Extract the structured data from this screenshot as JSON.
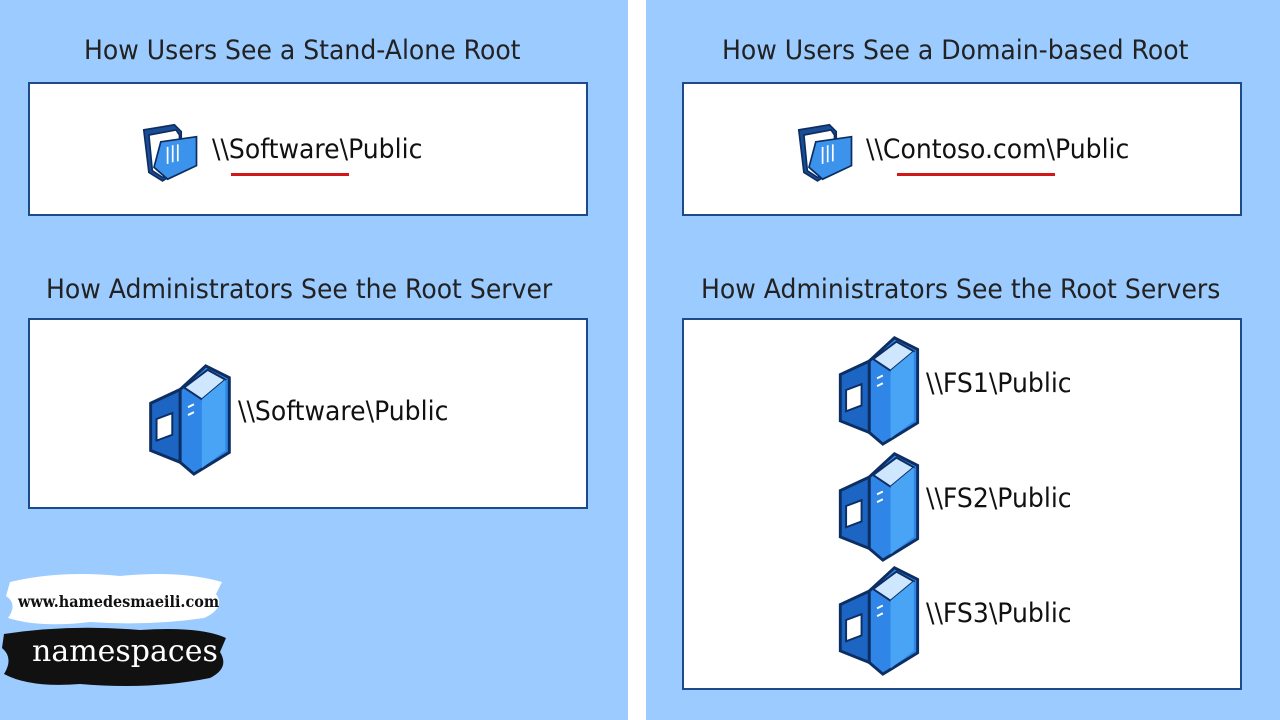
{
  "colors": {
    "background": "#9ccbff",
    "box_border": "#1c4a8a",
    "underline": "#d01818",
    "icon_blue": "#2f86e6"
  },
  "left": {
    "users_heading": "How Users See a Stand-Alone Root",
    "users_path": "\\\\Software\\Public",
    "users_icon": "folder-icon",
    "admin_heading": "How Administrators See the Root Server",
    "admin_path": "\\\\Software\\Public",
    "admin_icon": "server-icon"
  },
  "right": {
    "users_heading": "How Users See a Domain-based Root",
    "users_path": "\\\\Contoso.com\\Public",
    "users_icon": "folder-icon",
    "admin_heading": "How Administrators See the Root Servers",
    "servers": [
      {
        "path": "\\\\FS1\\Public",
        "icon": "server-icon"
      },
      {
        "path": "\\\\FS2\\Public",
        "icon": "server-icon"
      },
      {
        "path": "\\\\FS3\\Public",
        "icon": "server-icon"
      }
    ]
  },
  "brand": {
    "url": "www.hamedesmaeili.com",
    "title": "namespaces"
  }
}
